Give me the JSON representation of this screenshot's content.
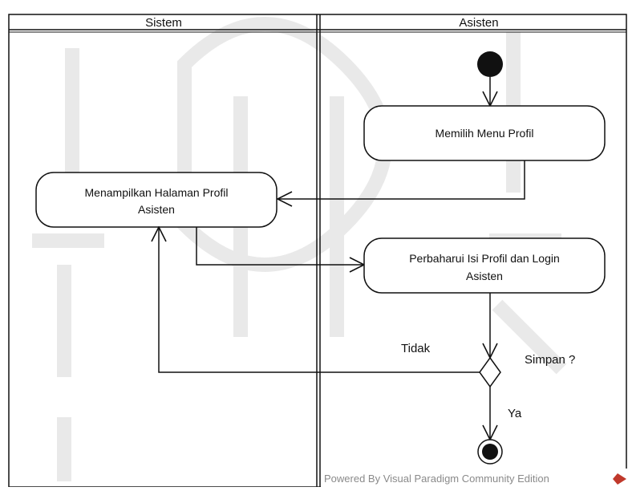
{
  "diagram": {
    "swimlanes": [
      {
        "id": "sistem",
        "title": "Sistem"
      },
      {
        "id": "asisten",
        "title": "Asisten"
      }
    ],
    "nodes": {
      "memilih_menu": {
        "line1": "Memilih Menu Profil"
      },
      "menampilkan": {
        "line1": "Menampilkan Halaman Profil",
        "line2": "Asisten"
      },
      "perbaharui": {
        "line1": "Perbaharui Isi Profil dan Login",
        "line2": "Asisten"
      }
    },
    "decision": {
      "question": "Simpan ?",
      "no_label": "Tidak",
      "yes_label": "Ya"
    },
    "footer": {
      "text": "Powered By  Visual Paradigm Community Edition"
    },
    "colors": {
      "line": "#111111",
      "watermark": "#cccccc",
      "logo": "#c0392b"
    }
  }
}
